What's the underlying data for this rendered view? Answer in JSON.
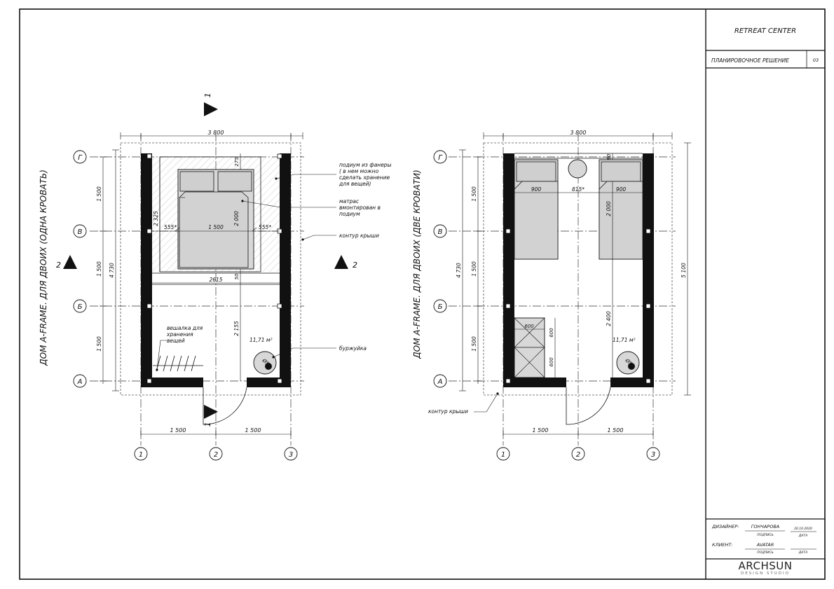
{
  "title_block": {
    "project": "RETREAT CENTER",
    "sheet_title": "ПЛАНИРОВОЧНОЕ РЕШЕНИЕ",
    "sheet_number": "03",
    "designer_label": "ДИЗАЙНЕР:",
    "designer_name": "ГОНЧАРОВА",
    "date_value": "20.10.2020",
    "signature_label": "ПОДПИСЬ",
    "date_label": "ДАТА",
    "client_label": "КЛИЕНТ:",
    "client_name": "AVATAR",
    "signature_label_2": "ПОДПИСЬ",
    "date_label_2": "ДАТА",
    "brand_name": "ARCHSUN",
    "brand_sub": "DESIGN STUDIO"
  },
  "plan_left": {
    "vertical_title": "ДОМ A-FRAME. ДЛЯ ДВОИХ (ОДНА КРОВАТЬ)",
    "axis_rows": [
      "Г",
      "В",
      "Б",
      "А"
    ],
    "axis_cols": [
      "1",
      "2",
      "3"
    ],
    "dim_total_width": "3 800",
    "dim_total_height": "4 730",
    "dim_rows": [
      "1 500",
      "1 500",
      "1 500"
    ],
    "dim_cols": [
      "1 500",
      "1 500"
    ],
    "dim_podium_depth": "2 325",
    "dim_side_left": "555*",
    "dim_bed_width": "1 500",
    "dim_side_right": "555*",
    "dim_bed_length": "2 000",
    "dim_top_gap": "275",
    "dim_inner_width": "2615",
    "dim_gap": "50",
    "dim_lower": "2 155",
    "area": "11,71 м²",
    "section_marker_1": "1",
    "section_marker_2": "2",
    "note_podium": "подиум из фанеры ( в нем можно сделать хранение для вещей)",
    "note_mattress": "матрас вмонтирован в подиум",
    "note_roof": "контур крыши",
    "note_stove": "буржуйка",
    "note_hanger": "вешалка для хранения вещей",
    "stove_label": "Ø5"
  },
  "plan_right": {
    "vertical_title": "ДОМ A-FRAME. ДЛЯ ДВОИХ (ДВЕ КРОВАТИ)",
    "axis_rows": [
      "Г",
      "В",
      "Б",
      "А"
    ],
    "axis_cols": [
      "1",
      "2",
      "3"
    ],
    "dim_total_width": "3 800",
    "dim_total_height": "4 730",
    "dim_outer_height": "5 100",
    "dim_rows": [
      "1 500",
      "1 500",
      "1 500"
    ],
    "dim_cols": [
      "1 500",
      "1 500"
    ],
    "dim_bed_left": "900",
    "dim_between": "815*",
    "dim_bed_right": "900",
    "dim_bed_length": "2 000",
    "dim_top": "80",
    "dim_lower": "2 400",
    "dim_cabinet_w": "600",
    "dim_cabinet_h1": "600",
    "dim_cabinet_h2": "600",
    "area": "11,71 м²",
    "note_roof": "контур крыши",
    "stove_label": "Ø5"
  }
}
